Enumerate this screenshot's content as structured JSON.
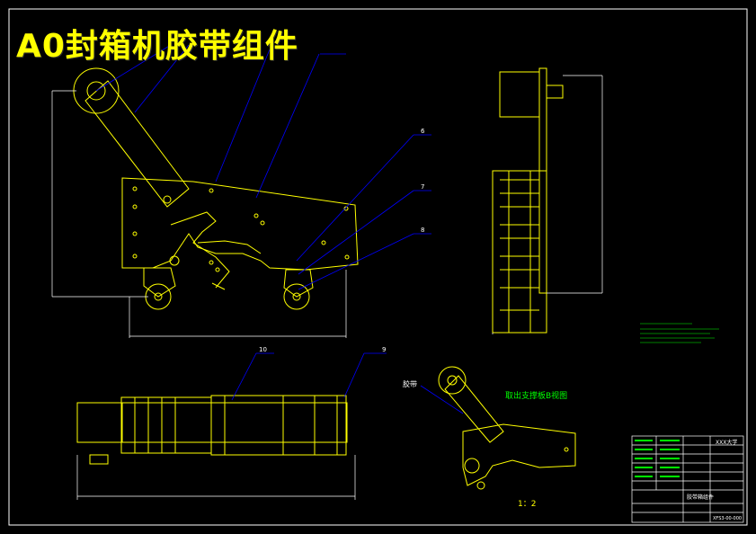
{
  "title": "A0封箱机胶带组件",
  "colors": {
    "background": "#000000",
    "part": "#ffff00",
    "leader": "#0000ff",
    "dimension": "#ffffff",
    "note": "#00ff00",
    "frame": "#ffffff"
  },
  "callouts": {
    "c1": "6",
    "c2": "7",
    "c3": "8",
    "c4": "10",
    "c5": "9",
    "c6": "胶带"
  },
  "views": {
    "remove_view_label": "取出支撑板B视图",
    "scale": "1：2"
  },
  "title_block": {
    "company": "XXX大学",
    "part_name": "胶带箱组件",
    "drawing_no": "XFS3-00-000"
  }
}
